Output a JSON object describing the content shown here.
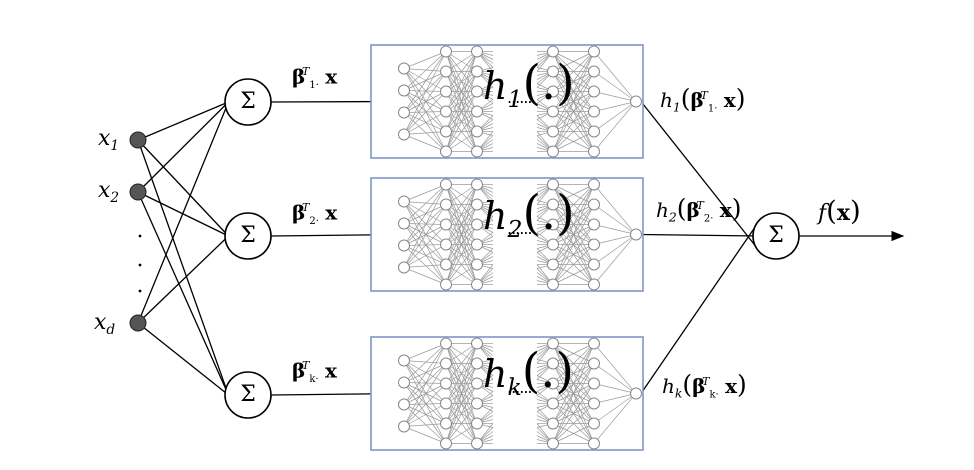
{
  "inputs": [
    {
      "var": "x",
      "sub": "1"
    },
    {
      "var": "x",
      "sub": "2"
    },
    {
      "var": "x",
      "sub": "d"
    }
  ],
  "sum_symbol": "Σ",
  "branches": [
    {
      "beta": "β",
      "beta_sup": "T",
      "beta_sub": "1·",
      "x": "x",
      "h": "h",
      "h_sub": "1",
      "h_arg": "(.)",
      "out_label": "h",
      "out_sub": "1"
    },
    {
      "beta": "β",
      "beta_sup": "T",
      "beta_sub": "2·",
      "x": "x",
      "h": "h",
      "h_sub": "2",
      "h_arg": "(.)",
      "out_label": "h",
      "out_sub": "2"
    },
    {
      "beta": "β",
      "beta_sup": "T",
      "beta_sub": "k·",
      "x": "x",
      "h": "h",
      "h_sub": "k",
      "h_arg": "(.)",
      "out_label": "h",
      "out_sub": "k"
    }
  ],
  "output": {
    "f": "f",
    "arg": "x"
  },
  "dots_text": "......",
  "colors": {
    "box_border": "#7f96c8",
    "node_fill": "#555555",
    "line": "#000000",
    "net_line": "#9a9a9a"
  }
}
